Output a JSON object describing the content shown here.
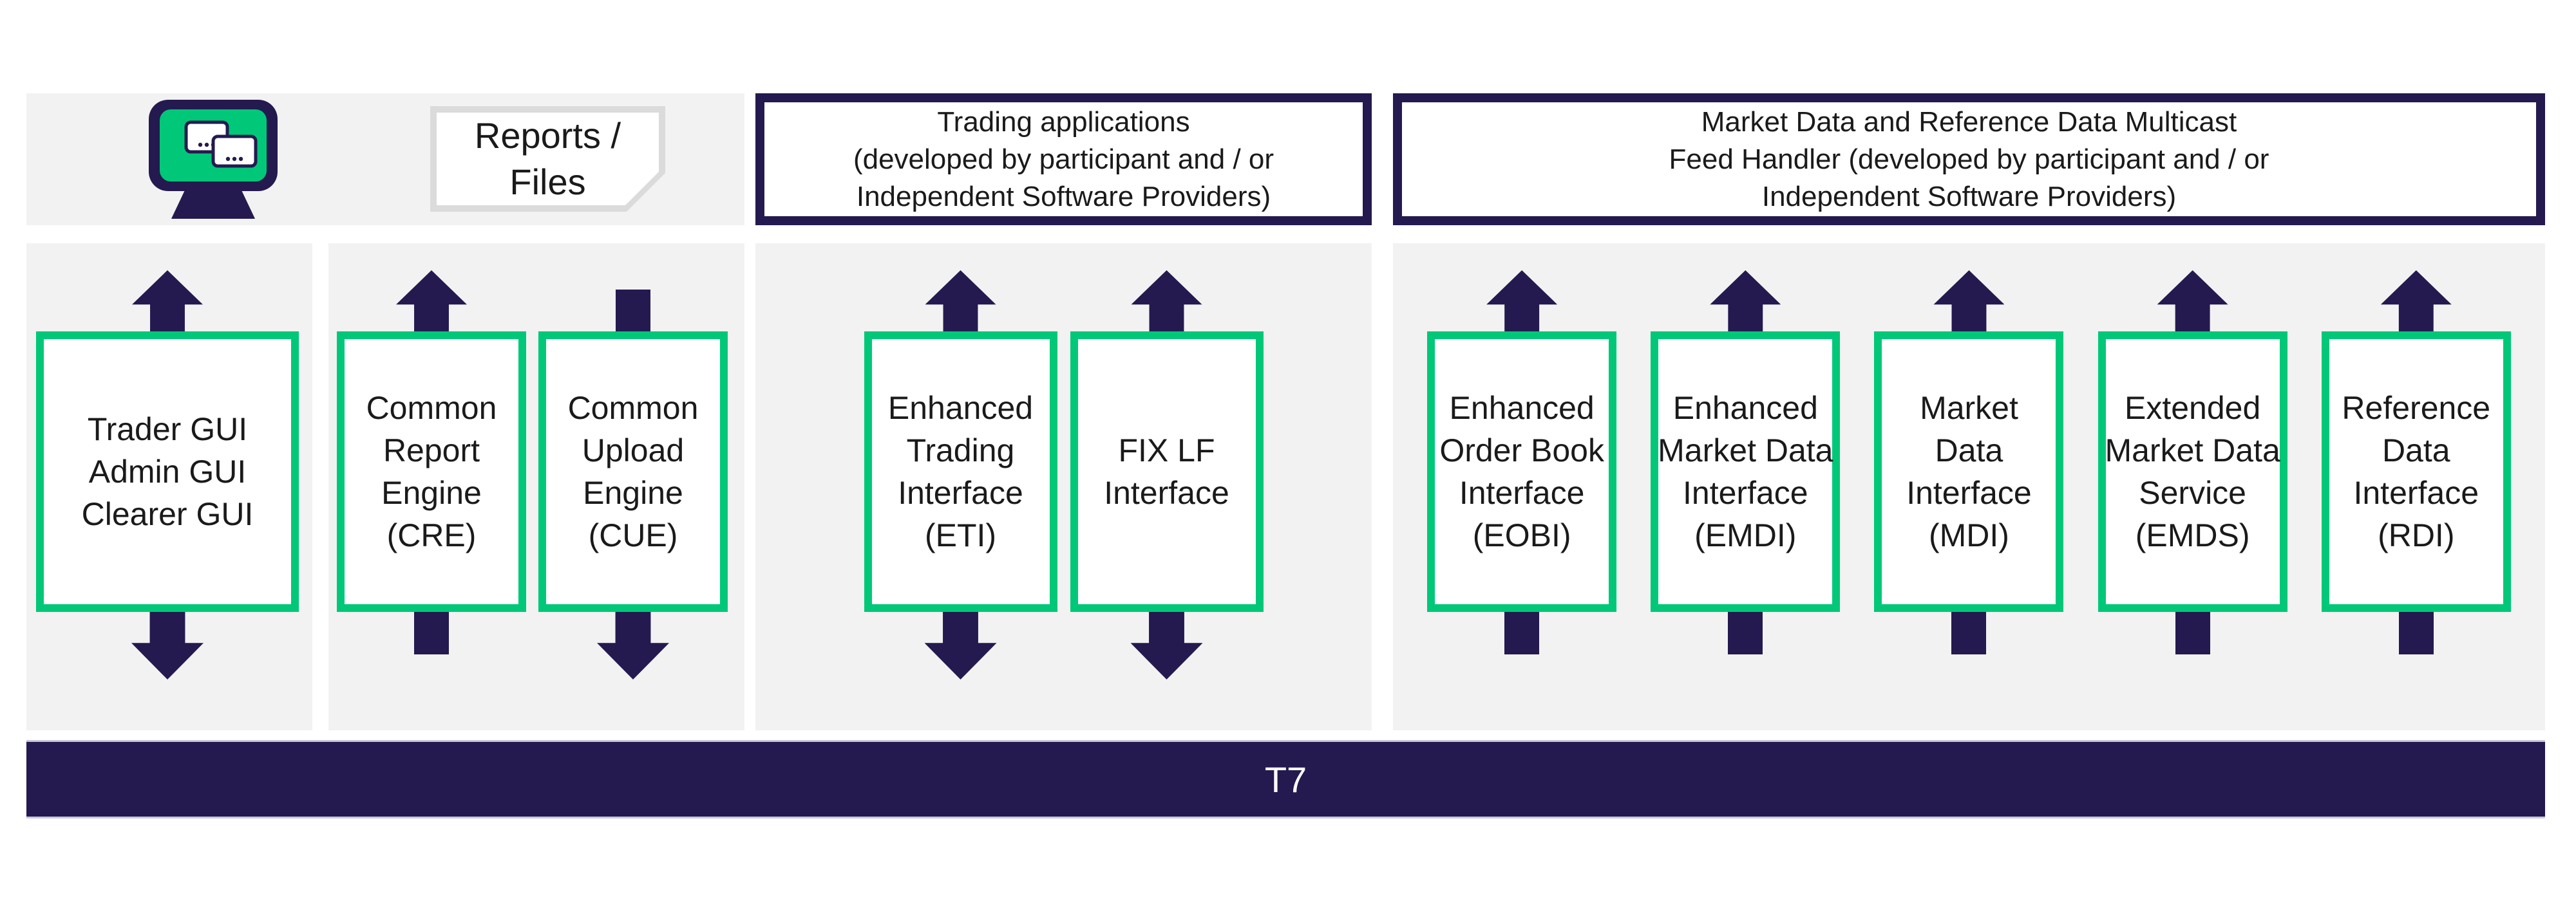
{
  "colors": {
    "green": "#00C878",
    "navy": "#241A4F",
    "panel_gray": "#F2F2F2",
    "note_border": "#DBDBDB",
    "text": "#1A1A1A",
    "bar_text": "#FFFFFF",
    "box_bg": "#FFFFFF"
  },
  "top": {
    "workstation_icon": "computer-monitor-icon",
    "reports_files_label": "Reports /\nFiles",
    "trading_apps_header": "Trading applications\n(developed by participant and / or\nIndependent Software Providers)",
    "market_data_header": "Market Data and Reference Data Multicast\nFeed Handler (developed by participant and / or\nIndependent Software Providers)"
  },
  "groups": [
    {
      "name": "gui-clients",
      "boxes": [
        {
          "label": "Trader GUI\nAdmin GUI\nClearer GUI",
          "top_connector": "arrow-up",
          "bottom_connector": "arrow-down"
        }
      ]
    },
    {
      "name": "report-upload-engines",
      "boxes": [
        {
          "label": "Common\nReport\nEngine\n(CRE)",
          "top_connector": "arrow-up",
          "bottom_connector": "stub"
        },
        {
          "label": "Common\nUpload\nEngine\n(CUE)",
          "top_connector": "stub",
          "bottom_connector": "arrow-down"
        }
      ]
    },
    {
      "name": "trading-interfaces",
      "boxes": [
        {
          "label": "Enhanced\nTrading\nInterface\n(ETI)",
          "top_connector": "arrow-up",
          "bottom_connector": "arrow-down"
        },
        {
          "label": "FIX LF\nInterface",
          "top_connector": "arrow-up",
          "bottom_connector": "arrow-down"
        }
      ]
    },
    {
      "name": "market-data-interfaces",
      "boxes": [
        {
          "label": "Enhanced\nOrder Book\nInterface\n(EOBI)",
          "top_connector": "arrow-up",
          "bottom_connector": "stub"
        },
        {
          "label": "Enhanced\nMarket Data\nInterface\n(EMDI)",
          "top_connector": "arrow-up",
          "bottom_connector": "stub"
        },
        {
          "label": "Market\nData\nInterface\n(MDI)",
          "top_connector": "arrow-up",
          "bottom_connector": "stub"
        },
        {
          "label": "Extended\nMarket Data\nService\n(EMDS)",
          "top_connector": "arrow-up",
          "bottom_connector": "stub"
        },
        {
          "label": "Reference\nData\nInterface\n(RDI)",
          "top_connector": "arrow-up",
          "bottom_connector": "stub"
        }
      ]
    }
  ],
  "bottom_bar": {
    "label": "T7"
  }
}
